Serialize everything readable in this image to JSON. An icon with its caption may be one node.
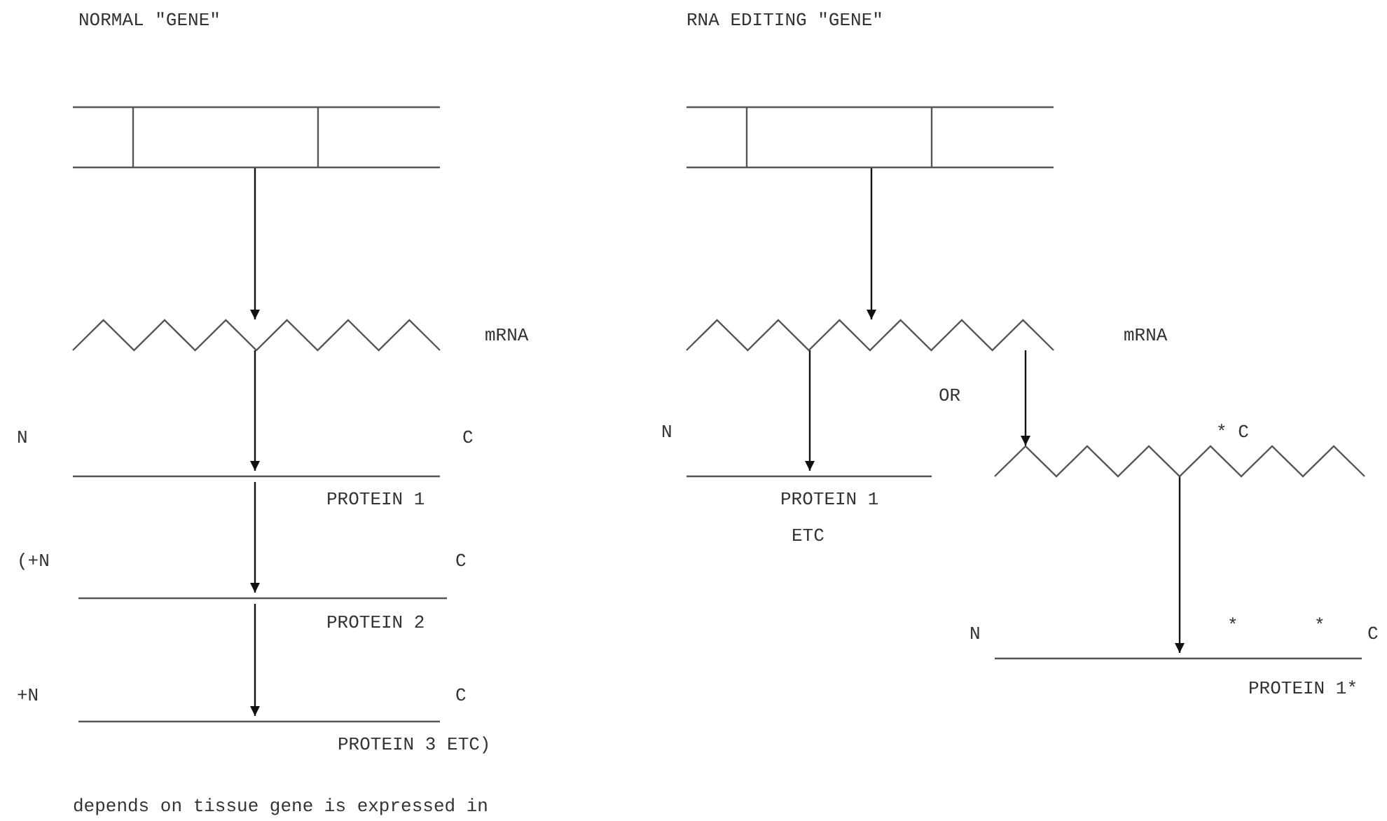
{
  "diagram": {
    "nodes": [
      {
        "text": [],
        "shape": "box"
      },
      {
        "text": [],
        "shape": "zigzag",
        "beside": [
          "mRNA"
        ]
      },
      {
        "text": [],
        "shape": "line",
        "beside": [
          "N",
          "C",
          "PROTEIN 1"
        ]
      },
      {
        "text": [],
        "shape": "line",
        "beside": [
          "(+N",
          "C",
          "PROTEIN 2"
        ]
      },
      {
        "text": [],
        "shape": "line",
        "beside": [
          "+N",
          "C",
          "PROTEIN 3 ETC)"
        ]
      },
      {
        "text": [],
        "shape": "box"
      },
      {
        "text": [],
        "shape": "zigzag",
        "beside": [
          "mRNA"
        ]
      },
      {
        "text": [],
        "shape": "line",
        "beside": [
          "N",
          "PROTEIN 1",
          "ETC"
        ]
      },
      {
        "text": [],
        "shape": "zigzag",
        "beside": [
          "* C"
        ]
      },
      {
        "text": [],
        "shape": "line",
        "beside": [
          "N",
          "*",
          "*",
          "C",
          "PROTEIN 1*"
        ]
      }
    ],
    "edges": [
      {
        "from": 0,
        "to": 1,
        "arrow": "to"
      },
      {
        "from": 1,
        "to": 2,
        "arrow": "to"
      },
      {
        "from": 2,
        "to": 3,
        "arrow": "to"
      },
      {
        "from": 3,
        "to": 4,
        "arrow": "to"
      },
      {
        "from": 5,
        "to": 6,
        "arrow": "to"
      },
      {
        "from": 6,
        "to": 7,
        "arrow": "to"
      },
      {
        "from": 6,
        "to": 8,
        "arrow": "to"
      },
      {
        "from": 8,
        "to": 9,
        "arrow": "to"
      }
    ],
    "labels": [
      "NORMAL \"GENE\"",
      "RNA EDITING \"GENE\"",
      "OR",
      "depends on tissue gene is expressed in"
    ]
  }
}
